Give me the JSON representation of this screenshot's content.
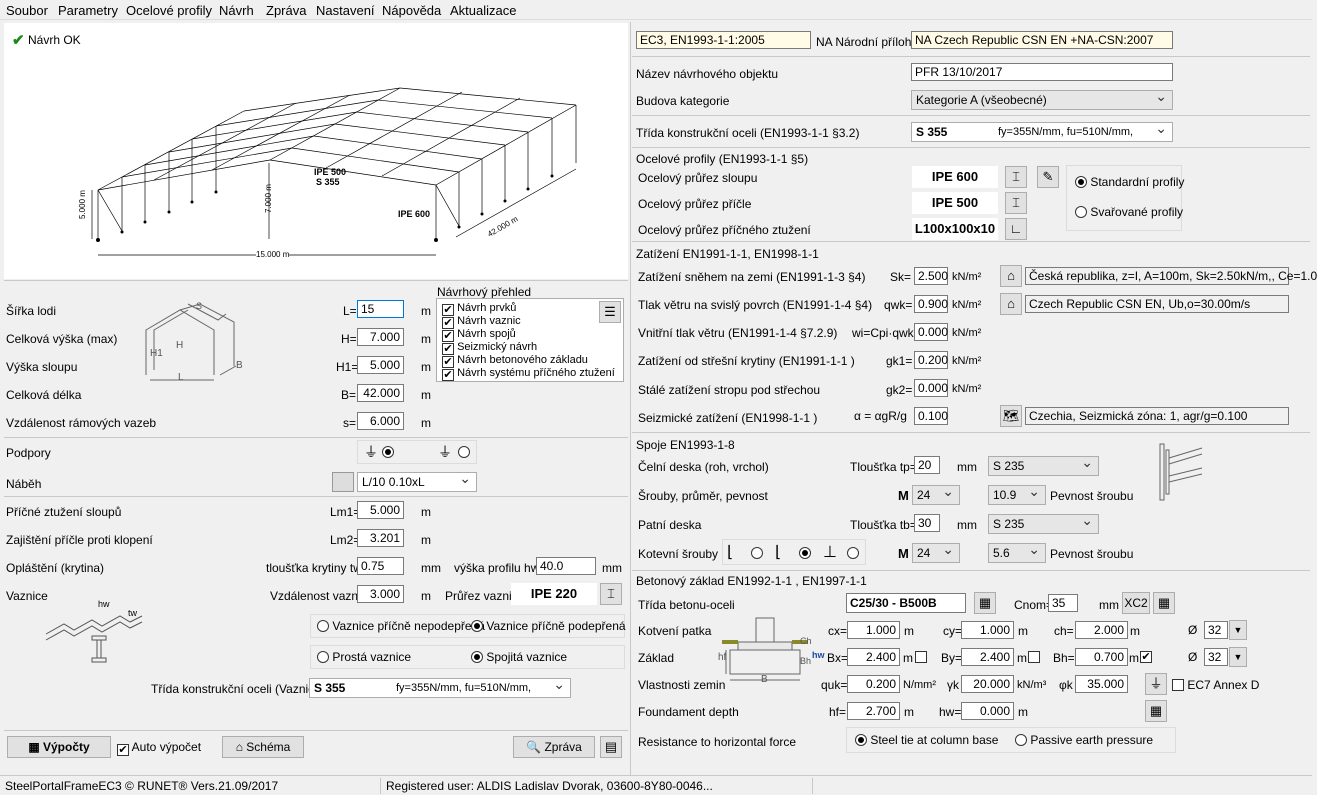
{
  "menu": [
    "Soubor",
    "Parametry",
    "Ocelové profily",
    "Návrh",
    "Zpráva",
    "Nastavení",
    "Nápověda",
    "Aktualizace"
  ],
  "status_ok": "Návrh OK",
  "drawing": {
    "ipe500": "IPE 500",
    "s355": "S 355",
    "ipe600": "IPE 600",
    "h5": "5.000 m",
    "h7": "7.000 m",
    "len": "42.000 m",
    "width": "15.000 m"
  },
  "geom": {
    "sirka_label": "Šířka lodi",
    "sirka_sym": "L=",
    "sirka_val": "15",
    "vyska_label": "Celková výška (max)",
    "vyska_sym": "H=",
    "vyska_val": "7.000",
    "vsloup_label": "Výška sloupu",
    "vsloup_sym": "H1=",
    "vsloup_val": "5.000",
    "delka_label": "Celková délka",
    "delka_sym": "B=",
    "delka_val": "42.000",
    "vzd_label": "Vzdálenost rámových vazeb",
    "vzd_sym": "s=",
    "vzd_val": "6.000",
    "unit_m": "m",
    "sketch_s": "S",
    "sketch_h1": "H1",
    "sketch_h": "H",
    "sketch_l": "L",
    "sketch_b": "B"
  },
  "overview": {
    "title": "Návrhový přehled",
    "items": [
      "Návrh prvků",
      "Návrh vaznic",
      "Návrh spojů",
      "Seizmický návrh",
      "Návrh betonového základu",
      "Návrh systému příčného ztužení"
    ]
  },
  "left": {
    "podpory": "Podpory",
    "nabeh": "Náběh",
    "nabeh_val": "L/10   0.10xL",
    "pricne": "Příčné ztužení sloupů",
    "lm1_sym": "Lm1=",
    "lm1_val": "5.000",
    "zajisteni": "Zajištění příčle proti klopení",
    "lm2_sym": "Lm2=",
    "lm2_val": "3.201",
    "oplasteni": "Opláštění (krytina)",
    "tw_label": "tloušťka krytiny tw=",
    "tw_val": "0.75",
    "mm": "mm",
    "hw_label": "výška profilu hw=",
    "hw_val": "40.0",
    "vaznice": "Vaznice",
    "vzdv_label": "Vzdálenost vaznic",
    "vzdv_val": "3.000",
    "prurez_label": "Průřez vaznic",
    "prurez_val": "IPE 220",
    "r1": "Vaznice příčně nepodepřená",
    "r2": "Vaznice příčně podepřená",
    "r3": "Prostá vaznice",
    "r4": "Spojitá vaznice",
    "trida_label": "Třída konstrukční oceli (Vaznice)",
    "trida_val": "S 355",
    "trida_desc": "fy=355N/mm, fu=510N/mm,",
    "sketch_hw": "hw",
    "sketch_tw": "tw"
  },
  "buttons": {
    "vypocty": "Výpočty",
    "auto": "Auto výpočet",
    "schema": "Schéma",
    "zprava": "Zpráva"
  },
  "right": {
    "norm": "EC3, EN1993-1-1:2005",
    "na_label": "NA Národní příloha",
    "na_val": "NA Czech Republic CSN EN +NA-CSN:2007",
    "nazev_label": "Název návrhového objektu",
    "nazev_val": "PFR 13/10/2017",
    "budova_label": "Budova kategorie",
    "budova_val": "Kategorie A (všeobecné)",
    "trida_label": "Třída konstrukční oceli (EN1993-1-1 §3.2)",
    "trida_val": "S 355",
    "trida_desc": "fy=355N/mm, fu=510N/mm,",
    "profily_head": "Ocelové profily (EN1993-1-1 §5)",
    "sloup_label": "Ocelový průřez sloupu",
    "sloup_val": "IPE 600",
    "pricle_label": "Ocelový průřez příčle",
    "pricle_val": "IPE 500",
    "ztuzeni_label": "Ocelový průřez příčného ztužení",
    "ztuzeni_val": "L100x100x10",
    "std": "Standardní profily",
    "svar": "Svařované profily",
    "zat_head": "Zatížení   EN1991-1-1, EN1998-1-1",
    "snih_label": "Zatížení sněhem na zemi (EN1991-1-3 §4)",
    "snih_sym": "Sk=",
    "snih_val": "2.500",
    "snih_info": "Česká republika, z=I, A=100m, Sk=2.50kN/m,, Ce=1.0",
    "vitr_label": "Tlak větru na svislý povrch (EN1991-1-4 §4)",
    "vitr_sym": "qwk=",
    "vitr_val": "0.900",
    "vitr_info": "Czech Republic CSN EN, Ub,o=30.00m/s",
    "vnitr_label": "Vnitřní tlak větru (EN1991-1-4 §7.2.9)",
    "vnitr_sym": "wi=Cpi·qwk=",
    "vnitr_val": "0.000",
    "krytina_label": "Zatížení od střešní krytiny (EN1991-1-1  )",
    "gk1_sym": "gk1=",
    "gk1_val": "0.200",
    "strop_label": "Stálé zatížení stropu pod střechou",
    "gk2_sym": "gk2=",
    "gk2_val": "0.000",
    "seiz_label": "Seizmické zatížení (EN1998-1-1 )",
    "seiz_sym": "α = αgR/g",
    "seiz_val": "0.100",
    "seiz_info": "Czechia, Seizmická zóna:  1, agr/g=0.100",
    "unit_kn": "kN/m²",
    "spoje_head": "Spoje  EN1993-1-8",
    "celni_label": "Čelní deska (roh, vrchol)",
    "tp_label": "Tloušťka tp=",
    "tp_val": "20",
    "tp_steel": "S 235",
    "srouby_label": "Šrouby, průměr, pevnost",
    "M": "M",
    "sr_d": "24",
    "sr_class": "10.9",
    "pevnost": "Pevnost šroubu",
    "patni_label": "Patní deska",
    "tb_label": "Tloušťka tb=",
    "tb_val": "30",
    "tb_steel": "S 235",
    "kotevni_label": "Kotevní šrouby",
    "kot_d": "24",
    "kot_class": "5.6",
    "zaklad_head": "Betonový základ  EN1992-1-1 ,  EN1997-1-1",
    "beton_label": "Třída betonu-oceli",
    "beton_val": "C25/30 - B500B",
    "cnom_label": "Cnom=",
    "cnom_val": "35",
    "xc": "XC2",
    "patka_label": "Kotvení patka",
    "cx_sym": "cx=",
    "cx_val": "1.000",
    "cy_sym": "cy=",
    "cy_val": "1.000",
    "ch_sym": "ch=",
    "ch_val": "2.000",
    "phi": "Ø",
    "phi1": "32",
    "zakl_label": "Základ",
    "bx_sym": "Bx=",
    "bx_val": "2.400",
    "by_sym": "By=",
    "by_val": "2.400",
    "bh_sym": "Bh=",
    "bh_val": "0.700",
    "phi2": "32",
    "zemin_label": "Vlastnosti zemin",
    "quk_sym": "quk=",
    "quk_val": "0.200",
    "quk_unit": "N/mm²",
    "gk_sym": "γk",
    "gk_val": "20.000",
    "gk_unit": "kN/m³",
    "fk_sym": "φk",
    "fk_val": "35.000",
    "ec7": "EC7 Annex D",
    "depth_label": "Foundament depth",
    "hf_sym": "hf=",
    "hf_val": "2.700",
    "hwz_sym": "hw=",
    "hwz_val": "0.000",
    "resist_label": "Resistance to horizontal force",
    "steel_tie": "Steel tie at column base",
    "passive": "Passive earth pressure",
    "sk_hf": "hf",
    "sk_b": "B",
    "sk_ch": "Ch",
    "sk_bh": "Bh",
    "sk_hw": "hw"
  },
  "statusbar": {
    "product": "SteelPortalFrameEC3  © RUNET®  Vers.21.09/2017",
    "user": "Registered user: ALDIS Ladislav Dvorak, 03600-8Y80-0046..."
  }
}
